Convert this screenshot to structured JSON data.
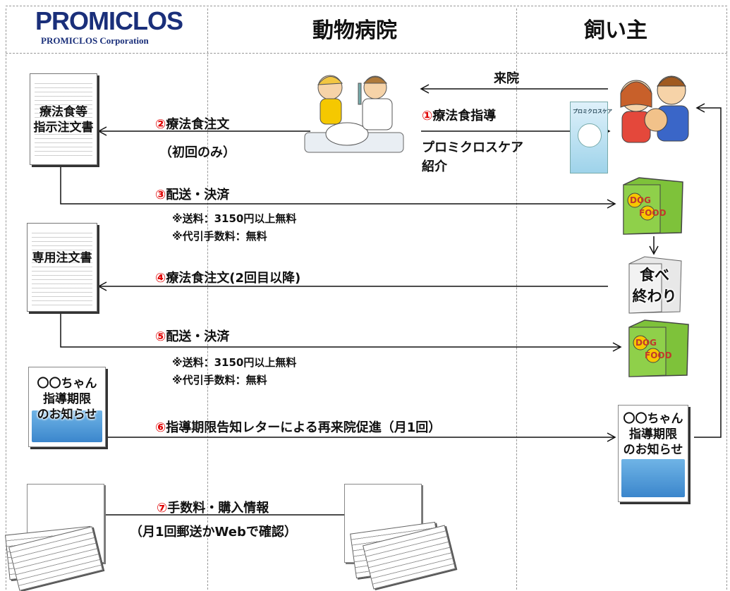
{
  "header": {
    "logo_main": "PROMICLOS",
    "logo_sub": "PROMICLOS Corporation",
    "lane_hospital": "動物病院",
    "lane_owner": "飼い主"
  },
  "documents": {
    "instruction_order": "療法食等\n指示注文書",
    "dedicated_order": "専用注文書",
    "notice_flyer": "〇〇ちゃん\n指導期限\nのお知らせ",
    "pamphlet_title": "プロミクロスケア"
  },
  "food_bag": {
    "line1": "DOG",
    "line2": "FOOD"
  },
  "finished": {
    "text": "食べ\n終わり"
  },
  "steps": {
    "visit": "来院",
    "s1_num": "①",
    "s1_label": "療法食指導",
    "s1_sub1": "プロミクロスケア",
    "s1_sub2": "紹介",
    "s2_num": "②",
    "s2_label": "療法食注文",
    "s2_sub": "（初回のみ）",
    "s3_num": "③",
    "s3_label": "配送・決済",
    "s3_note1": "※送料：3150円以上無料",
    "s3_note2": "※代引手数料：無料",
    "s4_num": "④",
    "s4_label": "療法食注文(2回目以降)",
    "s5_num": "⑤",
    "s5_label": "配送・決済",
    "s5_note1": "※送料：3150円以上無料",
    "s5_note2": "※代引手数料：無料",
    "s6_num": "⑥",
    "s6_label": "指導期限告知レターによる再来院促進（月1回）",
    "s7_num": "⑦",
    "s7_label": "手数料・購入情報",
    "s7_sub": "（月1回郵送かWebで確認）"
  },
  "colors": {
    "number_red": "#e00000",
    "logo_blue": "#1a2f7a",
    "bag_green": "#7ec23a",
    "bag_yellow": "#f5c800"
  }
}
